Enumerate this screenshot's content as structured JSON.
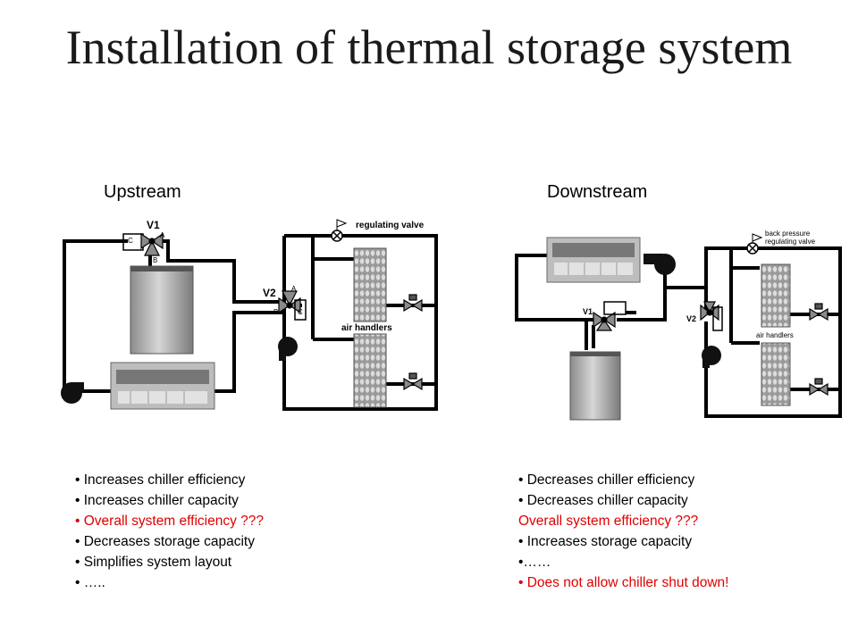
{
  "title": "Installation of thermal storage system",
  "colors": {
    "highlight": "#e00000",
    "pipe": "#000000",
    "equipment": "#a9a9a9"
  },
  "upstream": {
    "heading": "Upstream",
    "diagram_labels": {
      "v1": "V1",
      "v2": "V2",
      "port_c1": "C",
      "port_a1": "A",
      "port_b1": "B",
      "port_a2": "A",
      "port_b2": "B",
      "port_c2": "C",
      "regulating_valve": "regulating valve",
      "air_handlers": "air handlers"
    },
    "bullets": [
      {
        "text": "• Increases chiller efficiency",
        "highlight": false
      },
      {
        "text": "• Increases chiller capacity",
        "highlight": false
      },
      {
        "text": "• Overall system efficiency ???",
        "highlight": true
      },
      {
        "text": "• Decreases storage capacity",
        "highlight": false
      },
      {
        "text": "• Simplifies system layout",
        "highlight": false
      },
      {
        "text": "• …..",
        "highlight": false
      }
    ]
  },
  "downstream": {
    "heading": "Downstream",
    "diagram_labels": {
      "v1": "V1",
      "v2": "V2",
      "back_pressure_1": "back pressure",
      "back_pressure_2": "regulating valve",
      "air_handlers": "air handlers"
    },
    "bullets": [
      {
        "text": "• Decreases chiller efficiency",
        "highlight": false
      },
      {
        "text": "• Decreases chiller capacity",
        "highlight": false
      },
      {
        "text": "Overall system efficiency ???",
        "highlight": true
      },
      {
        "text": "• Increases storage capacity",
        "highlight": false
      },
      {
        "text": "•……",
        "highlight": false
      },
      {
        "text": "• Does not allow chiller shut down!",
        "highlight": true
      }
    ]
  }
}
